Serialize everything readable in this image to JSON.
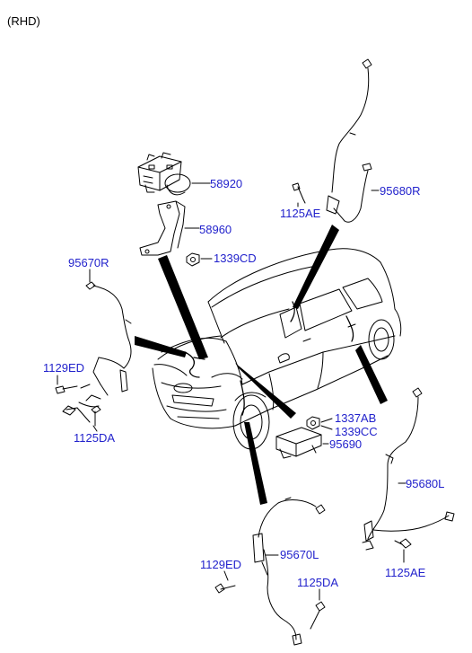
{
  "header": {
    "variant": "(RHD)"
  },
  "colors": {
    "label": "#2222cc",
    "line": "#000000",
    "background": "#ffffff"
  },
  "parts": [
    {
      "id": "hecu",
      "code": "58920",
      "icon": "hydraulic-unit-icon"
    },
    {
      "id": "bracket",
      "code": "58960",
      "icon": "bracket-icon"
    },
    {
      "id": "nut-bracket",
      "code": "1339CD",
      "icon": "nut-icon"
    },
    {
      "id": "sensor-front-rh",
      "code": "95670R",
      "icon": "wheel-sensor-icon"
    },
    {
      "id": "bolt-front-rh",
      "code": "1129ED",
      "icon": "bolt-icon"
    },
    {
      "id": "bolt-front-rh-2",
      "code": "1125DA",
      "icon": "bolt-icon"
    },
    {
      "id": "bolt-rear-rh",
      "code": "1125AE",
      "icon": "bolt-icon"
    },
    {
      "id": "sensor-rear-rh",
      "code": "95680R",
      "icon": "wheel-sensor-icon"
    },
    {
      "id": "nut-module-1",
      "code": "1337AB",
      "icon": "nut-icon"
    },
    {
      "id": "nut-module-2",
      "code": "1339CC",
      "icon": "nut-icon"
    },
    {
      "id": "yaw-sensor",
      "code": "95690",
      "icon": "sensor-module-icon"
    },
    {
      "id": "sensor-rear-lh",
      "code": "95680L",
      "icon": "wheel-sensor-icon"
    },
    {
      "id": "bolt-front-lh",
      "code": "1129ED",
      "icon": "bolt-icon"
    },
    {
      "id": "sensor-front-lh",
      "code": "95670L",
      "icon": "wheel-sensor-icon"
    },
    {
      "id": "bolt-front-lh-2",
      "code": "1125DA",
      "icon": "bolt-icon"
    },
    {
      "id": "bolt-rear-lh",
      "code": "1125AE",
      "icon": "bolt-icon"
    }
  ]
}
